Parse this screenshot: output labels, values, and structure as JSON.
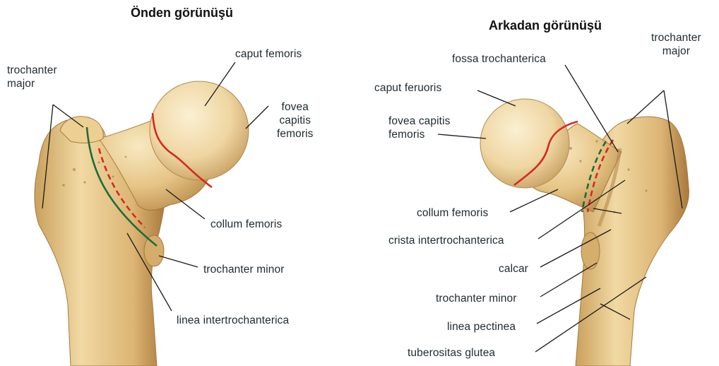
{
  "anterior_view": {
    "title": "Önden görünüşü",
    "labels": {
      "trochanter_major": "trochanter\nmajor",
      "caput_femoris": "caput femoris",
      "fovea_capitis_femoris": "fovea\ncapitis\nfemoris",
      "collum_femoris": "collum femoris",
      "trochanter_minor": "trochanter minor",
      "linea_intertrochanterica": "linea intertrochanterica"
    }
  },
  "posterior_view": {
    "title": "Arkadan görünüşü",
    "labels": {
      "trochanter_major": "trochanter\nmajor",
      "fossa_trochanterica": "fossa trochanterica",
      "caput_feruoris": "caput feruoris",
      "fovea_capitis_femoris": "fovea capitis\nfemoris",
      "collum_femoris": "collum femoris",
      "crista_intertrochanterica": "crista intertrochanterica",
      "calcar": "calcar",
      "trochanter_minor": "trochanter minor",
      "linea_pectinea": "linea pectinea",
      "tuberositas_glutea": "tuberositas glutea"
    }
  },
  "colors": {
    "bone_light": "#f6e3b4",
    "bone_mid": "#e2bf7c",
    "bone_dark": "#b88a48",
    "red_line": "#d42a1f",
    "green_line": "#1e6b3e",
    "leader_line": "#1a1a1a"
  }
}
